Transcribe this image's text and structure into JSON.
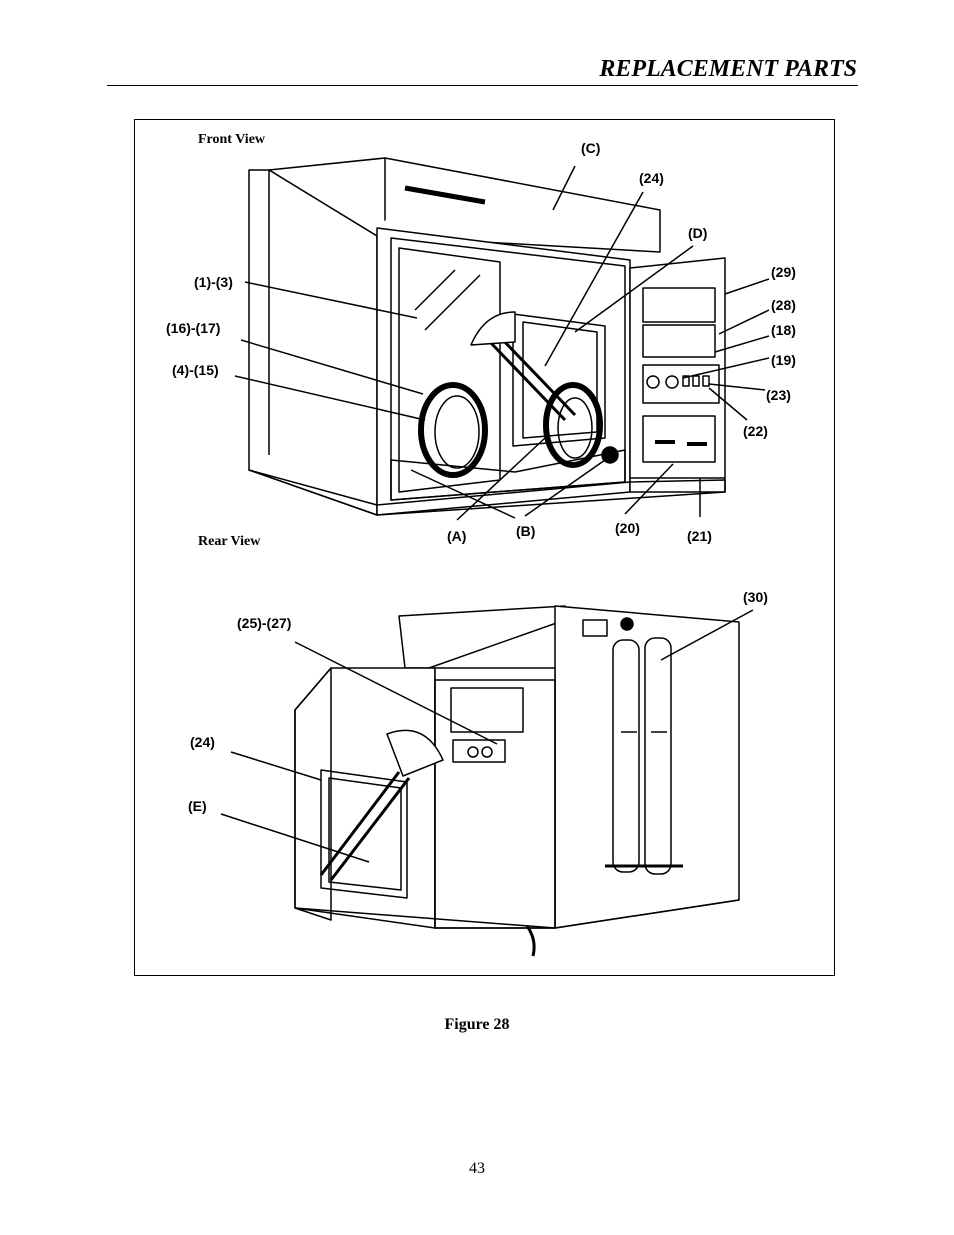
{
  "header": {
    "title": "REPLACEMENT PARTS"
  },
  "figure": {
    "front_view_label": "Front View",
    "rear_view_label": "Rear View",
    "front_callouts": {
      "c": "(C)",
      "p24": "(24)",
      "d": "(D)",
      "p29": "(29)",
      "p28": "(28)",
      "p18": "(18)",
      "p19": "(19)",
      "p23": "(23)",
      "p22": "(22)",
      "p1_3": "(1)-(3)",
      "p16_17": "(16)-(17)",
      "p4_15": "(4)-(15)",
      "a": "(A)",
      "b": "(B)",
      "p20": "(20)",
      "p21": "(21)"
    },
    "rear_callouts": {
      "p25_27": "(25)-(27)",
      "p24": "(24)",
      "e": "(E)",
      "p30": "(30)"
    },
    "caption": "Figure 28"
  },
  "page_number": "43"
}
